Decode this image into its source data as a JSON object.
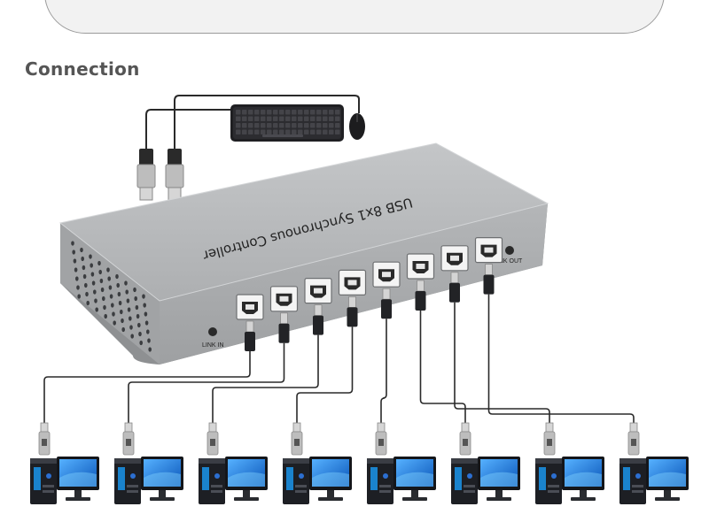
{
  "section": {
    "title": "Connection"
  },
  "hub": {
    "name": "USB 8x1 Synchronous Controller",
    "link_in_label": "LINK IN",
    "link_out_label": "LINK OUT",
    "port_count": 8
  },
  "peripherals": [
    {
      "icon": "keyboard-icon"
    },
    {
      "icon": "mouse-icon"
    }
  ],
  "computers": {
    "count": 8,
    "icon": "desktop-computer-icon"
  },
  "colors": {
    "hub_body": "#a9abad",
    "hub_top": "#b9bbbd",
    "cable": "#2a2a2a",
    "monitor_screen": "#1e7ad6",
    "tower": "#1d1f24"
  }
}
